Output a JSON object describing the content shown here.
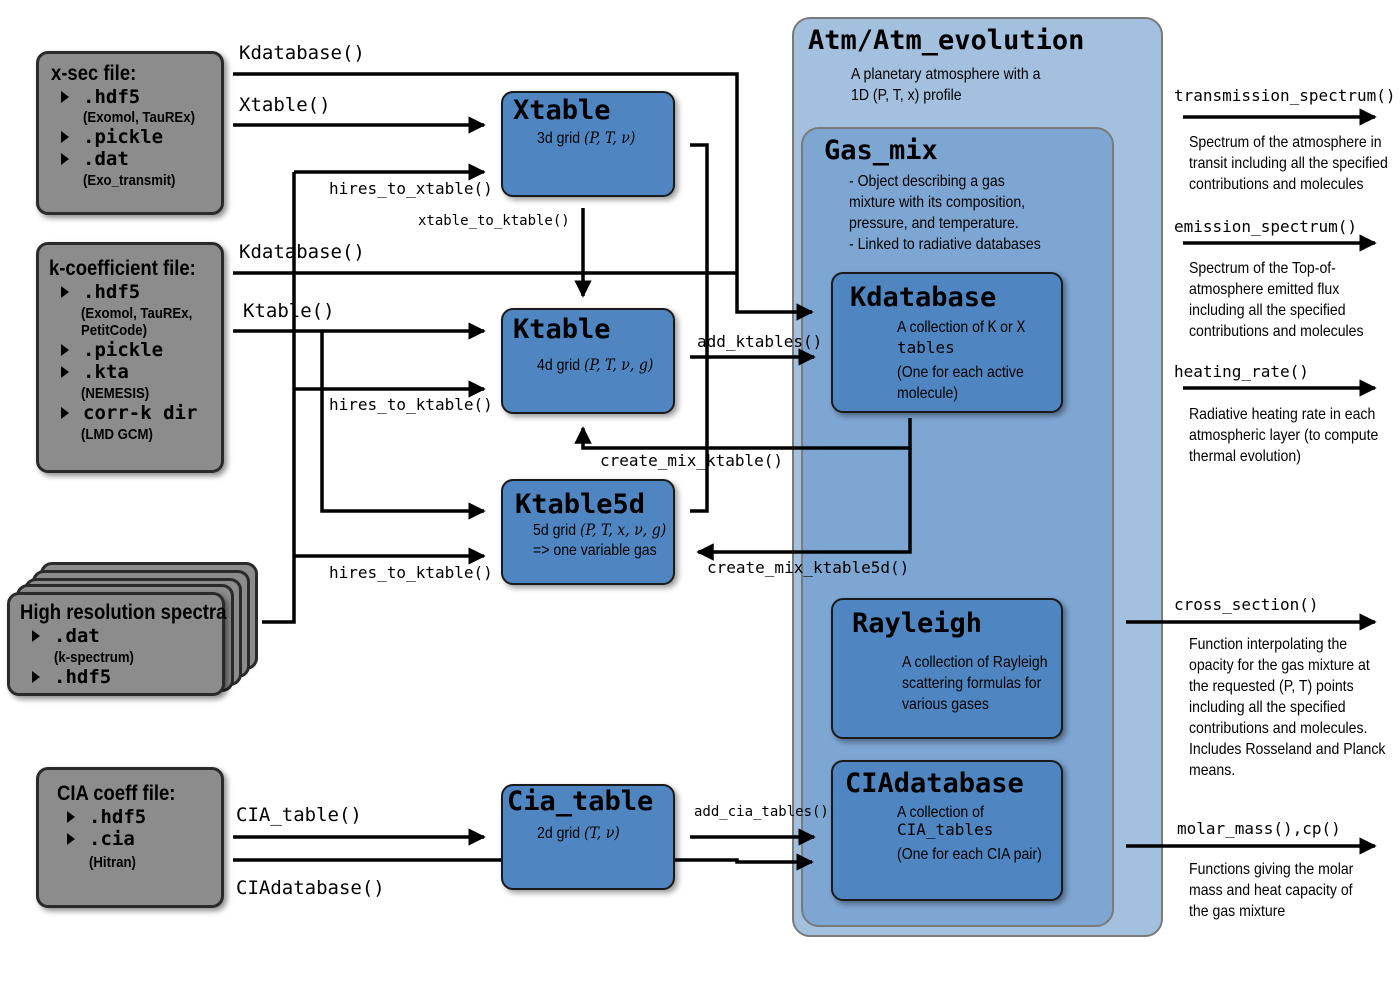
{
  "sources": {
    "xsec": {
      "title": "x-sec file:",
      "ext1": ".hdf5",
      "note1": "(Exomol, TauREx)",
      "ext2": ".pickle",
      "ext3": ".dat",
      "note3": "(Exo_transmit)"
    },
    "kcoeff": {
      "title": "k-coefficient file:",
      "ext1": ".hdf5",
      "note1a": "(Exomol, TauREx,",
      "note1b": "PetitCode)",
      "ext2": ".pickle",
      "ext3": ".kta",
      "note3": "(NEMESIS)",
      "ext4": "corr-k dir",
      "note4": "(LMD GCM)"
    },
    "hires": {
      "title": "High resolution spectra",
      "ext1": ".dat",
      "note1": "(k-spectrum)",
      "ext2": ".hdf5"
    },
    "cia": {
      "title": "CIA coeff file:",
      "ext1": ".hdf5",
      "ext2": ".cia",
      "note2": "(Hitran)"
    }
  },
  "boxes": {
    "xtable": {
      "title": "Xtable",
      "desc_prefix": "3d grid",
      "desc_math": "(P, T, ν)"
    },
    "ktable": {
      "title": "Ktable",
      "desc_prefix": "4d grid",
      "desc_math": "(P, T, ν, g)"
    },
    "ktable5d": {
      "title": "Ktable5d",
      "desc_prefix": "5d grid",
      "desc_math": "(P, T, x, ν, g)",
      "desc2": "=> one variable gas"
    },
    "cia_table": {
      "title": "Cia_table",
      "desc_prefix": "2d grid",
      "desc_math": "(T, ν)"
    },
    "atm": {
      "title": "Atm/Atm_evolution",
      "desc1": "A planetary atmosphere with a",
      "desc2": "1D (P, T, x) profile"
    },
    "gas_mix": {
      "title": "Gas_mix",
      "desc1": "- Object describing a gas",
      "desc2": "mixture with its composition,",
      "desc3": "pressure, and temperature.",
      "desc4": "- Linked to radiative databases"
    },
    "kdatabase": {
      "title": "Kdatabase",
      "desc1a": "A collection of ",
      "desc1b": "K",
      "desc1c": " or ",
      "desc1d": "X",
      "desc2": "tables",
      "desc3": "(One for each active",
      "desc4": "molecule)"
    },
    "rayleigh": {
      "title": "Rayleigh",
      "desc1": "A collection of Rayleigh",
      "desc2": "scattering formulas for",
      "desc3": "various gases"
    },
    "ciadatabase": {
      "title": "CIAdatabase",
      "desc1": "A collection of",
      "desc2": "CIA_tables",
      "desc3": "(One for each CIA pair)"
    }
  },
  "arrows": {
    "kdatabase_top": "Kdatabase()",
    "xtable": "Xtable()",
    "hires_to_xtable": "hires_to_xtable()",
    "xtable_to_ktable": "xtable_to_ktable()",
    "kdatabase_mid": "Kdatabase()",
    "ktable": "Ktable()",
    "hires_to_ktable_1": "hires_to_ktable()",
    "hires_to_ktable_2": "hires_to_ktable()",
    "add_ktables": "add_ktables()",
    "create_mix_ktable": "create_mix_ktable()",
    "create_mix_ktable5d": "create_mix_ktable5d()",
    "cia_table": "CIA_table()",
    "ciadatabase": "CIAdatabase()",
    "add_cia_tables": "add_cia_tables()"
  },
  "outputs": [
    {
      "method": "transmission_spectrum()",
      "lines": [
        "Spectrum of the atmosphere in",
        "transit including all the specified",
        "contributions and molecules"
      ]
    },
    {
      "method": "emission_spectrum()",
      "lines": [
        "Spectrum of the Top-of-",
        "atmosphere emitted flux",
        "including all the specified",
        "contributions and molecules"
      ]
    },
    {
      "method": "heating_rate()",
      "lines": [
        "Radiative heating rate in each",
        "atmospheric layer (to compute",
        "thermal evolution)"
      ]
    },
    {
      "method": "cross_section()",
      "lines": [
        "Function interpolating the",
        "opacity for the gas mixture at",
        "the requested (P, T) points",
        "including all the specified",
        "contributions and molecules.",
        "Includes Rosseland and Planck",
        "means."
      ]
    },
    {
      "method": "molar_mass(),cp()",
      "lines": [
        "Functions giving the molar",
        "mass and heat capacity of",
        "the gas mixture"
      ]
    }
  ],
  "colors": {
    "file_box": "#8c8c8c",
    "object_box": "#4f86c1",
    "atm_region": "#a4c0df",
    "gasmix_region": "#7ea6d3"
  }
}
